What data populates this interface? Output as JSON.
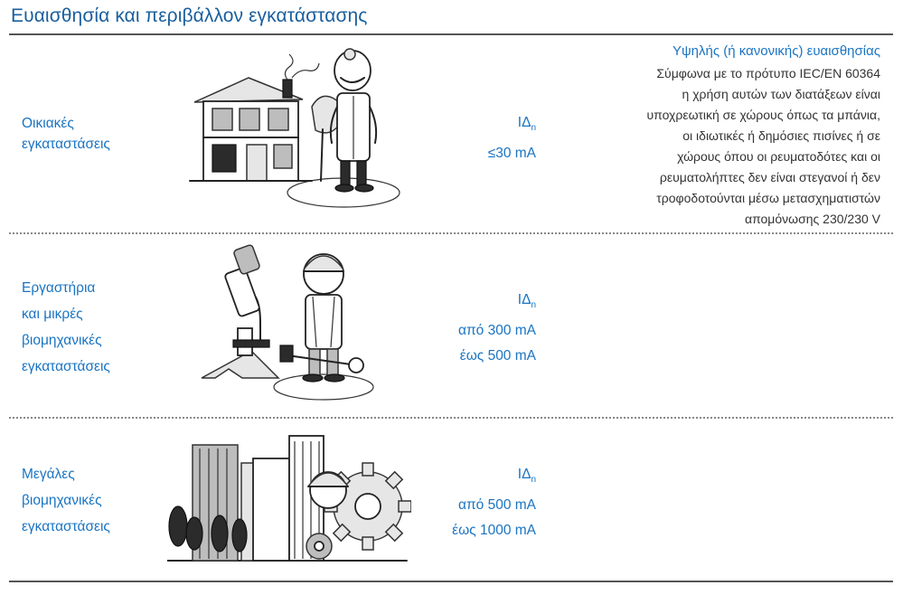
{
  "title": "Ευαισθησία και περιβάλλον εγκατάστασης",
  "sensitivity": {
    "heading": "Υψηλής (ή κανονικής) ευαισθησίας",
    "lines": [
      "Σύμφωνα με το πρότυπο IEC/EN 60364",
      "η χρήση αυτών των διατάξεων είναι",
      "υποχρεωτική σε χώρους όπως τα μπάνια,",
      "οι ιδιωτικές ή δημόσιες πισίνες ή σε",
      "χώρους όπου οι ρευματοδότες και οι",
      "ρευματολήπτες δεν είναι στεγανοί ή δεν",
      "τροφοδοτούνται μέσω μετασχηματιστών",
      "απομόνωσης 230/230 V"
    ]
  },
  "rows": [
    {
      "label_lines": [
        "Οικιακές",
        "εγκαταστάσεις"
      ],
      "idn_symbol": "IΔ",
      "idn_sub": "n",
      "idn_lines": [
        "≤30 mA"
      ],
      "illustration": "house-doctor-illustration"
    },
    {
      "label_lines": [
        "Εργαστήρια",
        "και μικρές",
        "βιομηχανικές",
        "εγκαταστάσεις"
      ],
      "idn_symbol": "IΔ",
      "idn_sub": "n",
      "idn_lines": [
        "από 300 mA",
        "έως 500 mA"
      ],
      "illustration": "microscope-worker-illustration"
    },
    {
      "label_lines": [
        "Μεγάλες",
        "βιομηχανικές",
        "εγκαταστάσεις"
      ],
      "idn_symbol": "IΔ",
      "idn_sub": "n",
      "idn_lines": [
        "από 500 mA",
        "έως 1000 mA"
      ],
      "illustration": "factory-gear-illustration"
    }
  ]
}
